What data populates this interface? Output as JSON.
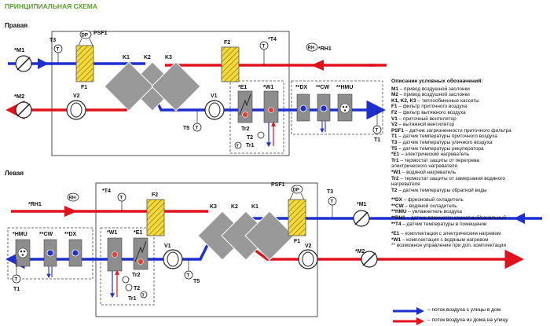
{
  "title": "ПРИНЦИПИАЛЬНАЯ СХЕМА",
  "sections": {
    "right": "Правая",
    "left": "Левая"
  },
  "right": {
    "m1": "*M1",
    "m2": "*M2",
    "t3": "T3",
    "dp": "DP",
    "psf1": "PSF1",
    "f1": "F1",
    "k1": "K1",
    "k2": "K2",
    "k3": "K3",
    "f2": "F2",
    "t4": "*T4",
    "rh": "RH",
    "rh1": "*RH1",
    "v2": "V2",
    "v1": "V1",
    "t5": "T5",
    "e1": "*E1",
    "w1": "*W1",
    "tr2": "Tr2",
    "t2": "T2",
    "tr1": "Tr1",
    "dx": "**DX",
    "cw": "**CW",
    "hmu": "**HMU",
    "t1": "T1",
    "t": "T"
  },
  "left": {
    "rh1": "*RH1",
    "rh": "RH",
    "t4": "*T4",
    "f2": "F2",
    "psf1": "PSF1",
    "dp": "DP",
    "t3": "T3",
    "m1": "*M1",
    "m2": "*M2",
    "k3": "K3",
    "k2": "K2",
    "k1": "K1",
    "f1": "F1",
    "v2": "V2",
    "v1": "V1",
    "t5": "T5",
    "hmu": "*HMU",
    "cw": "**CW",
    "dx": "**DX",
    "w1": "*W1",
    "e1": "*E1",
    "tr2": "Tr2",
    "t2": "T2",
    "tr1": "Tr1",
    "t1": "T1",
    "t": "T"
  },
  "legend": {
    "heading": "Описание условных обозначений:",
    "items1": [
      [
        "M1",
        " – привод воздушной заслонки"
      ],
      [
        "M2",
        " – привод воздушной заслонки"
      ],
      [
        "K1, K2, K3",
        " – теплообменные кассеты"
      ],
      [
        "F1",
        " – фильтр приточного воздуха"
      ],
      [
        "F2",
        " – фильтр вытяжного воздуха"
      ],
      [
        "V1",
        " – приточный вентилятор"
      ],
      [
        "V2",
        " – вытяжной вентилятор"
      ],
      [
        "PSF1",
        " – датчик загрязненности приточного фильтра"
      ],
      [
        "T1",
        " – датчик температуры приточного воздуха"
      ],
      [
        "T3",
        " – датчик температуры уличного воздуха"
      ],
      [
        "T5",
        " – датчик температуры рекуператора"
      ],
      [
        "*E1",
        " – электрический нагреватель"
      ],
      [
        "Tr1",
        " – термостат защиты от перегрева"
      ],
      [
        "",
        "электрического нагревателя"
      ],
      [
        "*W1",
        " – водяной нагреватель"
      ],
      [
        "Tr2",
        " – термостат защиты от замерзания водяного"
      ],
      [
        "",
        "нагревателя"
      ],
      [
        "T2",
        " – датчик температуры обратной воды"
      ]
    ],
    "items2": [
      [
        "**DX",
        " – фреоновый охладитель"
      ],
      [
        "**CW",
        " – водяной охладитель"
      ],
      [
        "**HMU",
        " – увлажнитель воздуха"
      ],
      [
        "**RH1",
        " – датчик влажности комнатный/канальный"
      ],
      [
        "**T4",
        " – датчик температуры в помещении"
      ]
    ],
    "items3": [
      [
        "*E1",
        " – комплектация с электрическим нагревом"
      ],
      [
        "*W1",
        " – комплектация с водяным нагревом"
      ],
      [
        "",
        "** возможное управление при доп. комплектации"
      ]
    ],
    "flow_in": "– поток воздуха с улицы в дом",
    "flow_out": "– поток воздуха из дома на улицу"
  },
  "colors": {
    "blue": "#1e2fcf",
    "red": "#e0121c",
    "green": "#5aa02c",
    "filter": "#f3d93a",
    "cassette": "#999999",
    "coil": "#8d8d8d"
  }
}
